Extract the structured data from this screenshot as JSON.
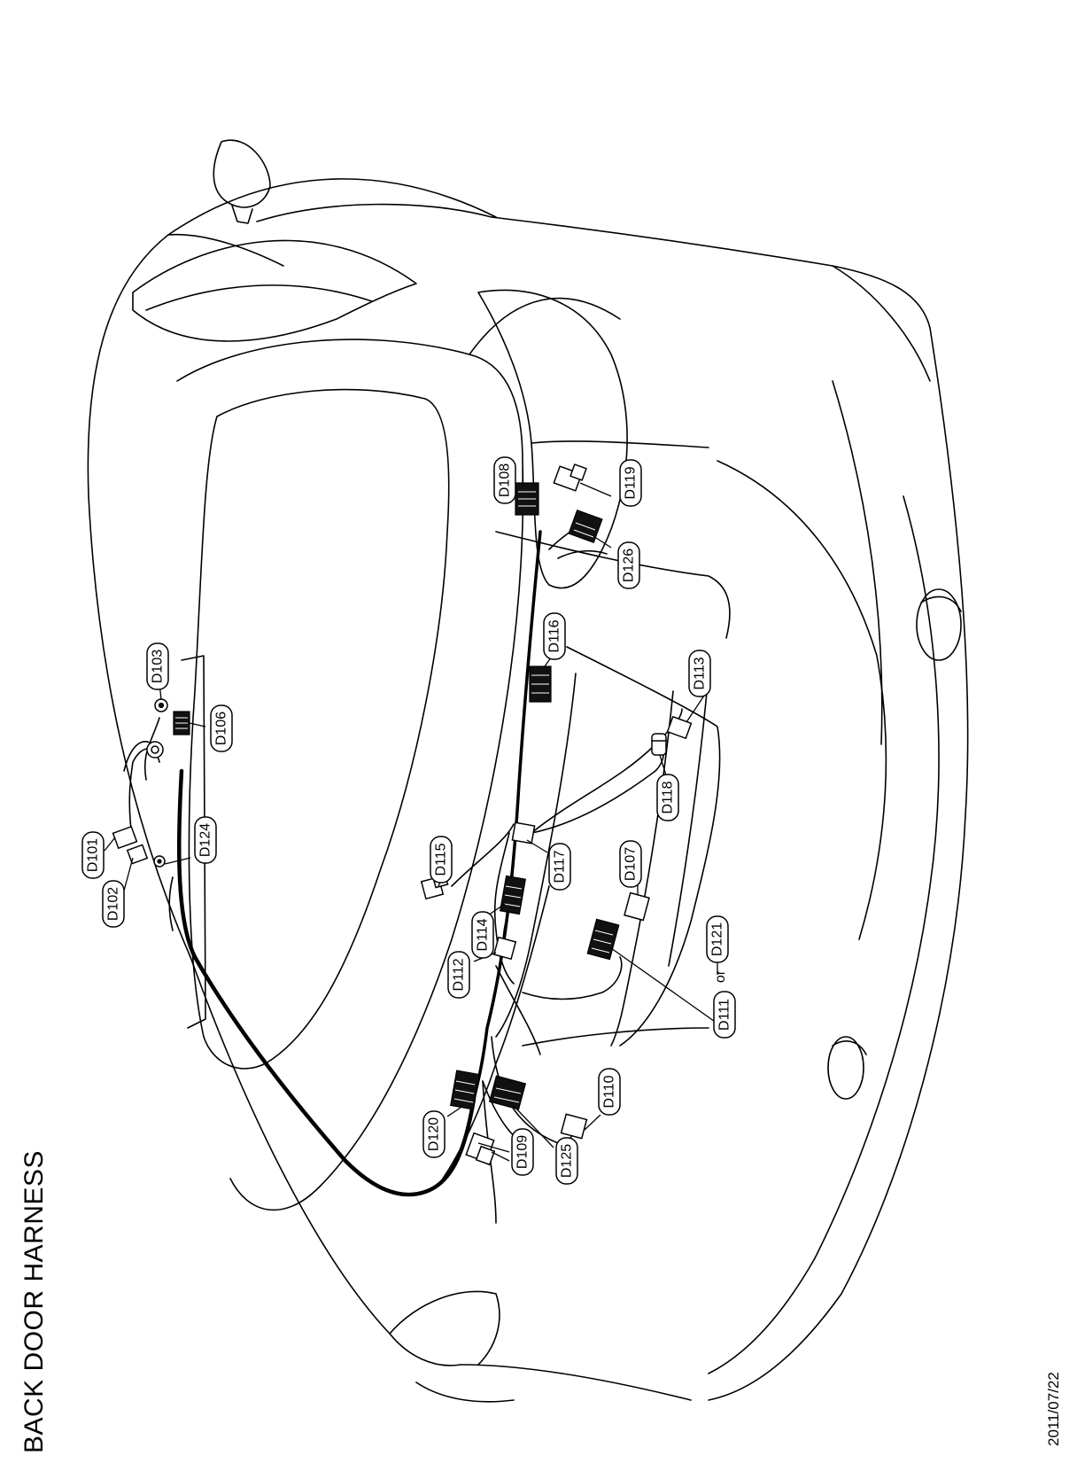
{
  "title": "BACK DOOR HARNESS",
  "date": "2011/07/22",
  "connectors": [
    {
      "id": "d101",
      "label": "D101"
    },
    {
      "id": "d102",
      "label": "D102"
    },
    {
      "id": "d103",
      "label": "D103"
    },
    {
      "id": "d106",
      "label": "D106"
    },
    {
      "id": "d124",
      "label": "D124"
    },
    {
      "id": "d115",
      "label": "D115"
    },
    {
      "id": "d114",
      "label": "D114"
    },
    {
      "id": "d112",
      "label": "D112"
    },
    {
      "id": "d117",
      "label": "D117"
    },
    {
      "id": "d107",
      "label": "D107"
    },
    {
      "id": "d111",
      "label": "D111"
    },
    {
      "id": "d121",
      "label": "D121"
    },
    {
      "id": "d118",
      "label": "D118"
    },
    {
      "id": "d113",
      "label": "D113"
    },
    {
      "id": "d116",
      "label": "D116"
    },
    {
      "id": "d108",
      "label": "D108"
    },
    {
      "id": "d126",
      "label": "D126"
    },
    {
      "id": "d119",
      "label": "D119"
    },
    {
      "id": "d120",
      "label": "D120"
    },
    {
      "id": "d109",
      "label": "D109"
    },
    {
      "id": "d125",
      "label": "D125"
    },
    {
      "id": "d110",
      "label": "D110"
    }
  ],
  "or_text": "or"
}
